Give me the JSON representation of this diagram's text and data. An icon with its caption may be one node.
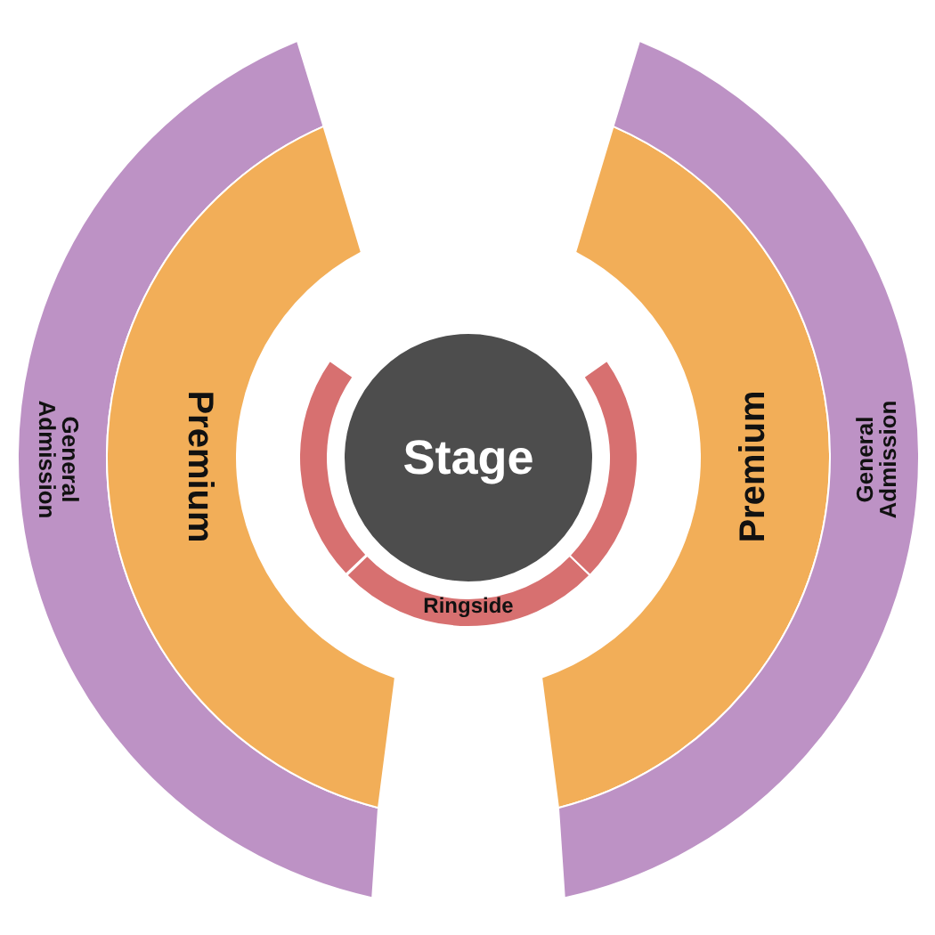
{
  "diagram": {
    "nodes": [
      {
        "text": [
          "General Admission"
        ]
      },
      {
        "text": [
          "Premium"
        ]
      },
      {
        "text": [],
        "shape": "arc"
      },
      {
        "text": [
          "Stage"
        ]
      },
      {
        "text": [
          "Ringside"
        ]
      },
      {
        "text": [],
        "shape": "arc"
      },
      {
        "text": [
          "Premium"
        ]
      },
      {
        "text": [
          "General Admission"
        ]
      }
    ]
  }
}
